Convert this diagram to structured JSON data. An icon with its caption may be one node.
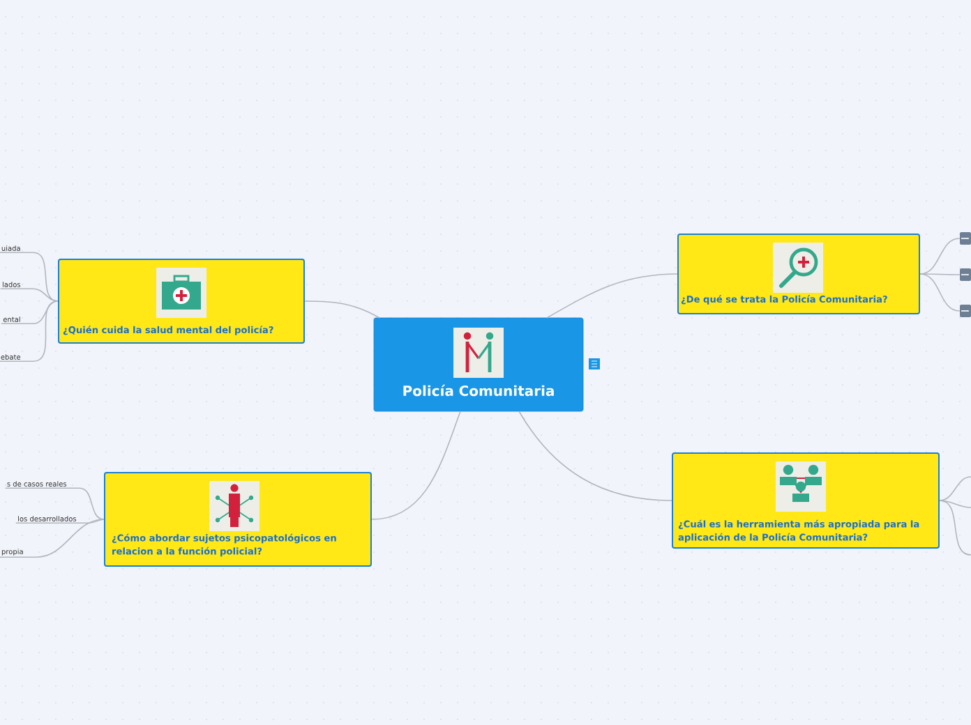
{
  "diagram": {
    "nodes": [
      {
        "text": [
          "Policía Comunitaria"
        ]
      },
      {
        "text": [
          "¿Quién cuida la salud mental del policía?"
        ]
      },
      {
        "text": [
          "¿De qué se trata la Policía Comunitaria?"
        ]
      },
      {
        "text": [
          "¿Cómo abordar sujetos psicopatológicos en relacion a la función policial?"
        ]
      },
      {
        "text": [
          "¿Cuál es la herramienta más apropiada para la aplicación de la Policía Comunitaria?"
        ]
      },
      {
        "text": [
          "uiada"
        ]
      },
      {
        "text": [
          "lados"
        ]
      },
      {
        "text": [
          "ental"
        ]
      },
      {
        "text": [
          "ebate"
        ]
      },
      {
        "text": [
          "s de casos reales"
        ]
      },
      {
        "text": [
          "los desarrollados"
        ]
      },
      {
        "text": [
          "propia"
        ]
      },
      {
        "text": [],
        "shape": "box"
      },
      {
        "text": [],
        "shape": "box"
      },
      {
        "text": [],
        "shape": "box"
      }
    ],
    "edges": [
      {
        "from": 0,
        "to": 1,
        "arrow": "none"
      },
      {
        "from": 0,
        "to": 2,
        "arrow": "none"
      },
      {
        "from": 0,
        "to": 3,
        "arrow": "none"
      },
      {
        "from": 0,
        "to": 4,
        "arrow": "none"
      },
      {
        "from": 1,
        "to": 5,
        "arrow": "none"
      },
      {
        "from": 1,
        "to": 6,
        "arrow": "none"
      },
      {
        "from": 1,
        "to": 7,
        "arrow": "none"
      },
      {
        "from": 1,
        "to": 8,
        "arrow": "none"
      },
      {
        "from": 3,
        "to": 9,
        "arrow": "none"
      },
      {
        "from": 3,
        "to": 10,
        "arrow": "none"
      },
      {
        "from": 3,
        "to": 11,
        "arrow": "none"
      },
      {
        "from": 2,
        "to": 12,
        "arrow": "none"
      },
      {
        "from": 2,
        "to": 13,
        "arrow": "none"
      },
      {
        "from": 2,
        "to": 14,
        "arrow": "none"
      },
      {
        "from": 4,
        "to": null,
        "arrow": "none"
      },
      {
        "from": 4,
        "to": null,
        "arrow": "none"
      },
      {
        "from": 4,
        "to": null,
        "arrow": "none"
      }
    ]
  }
}
